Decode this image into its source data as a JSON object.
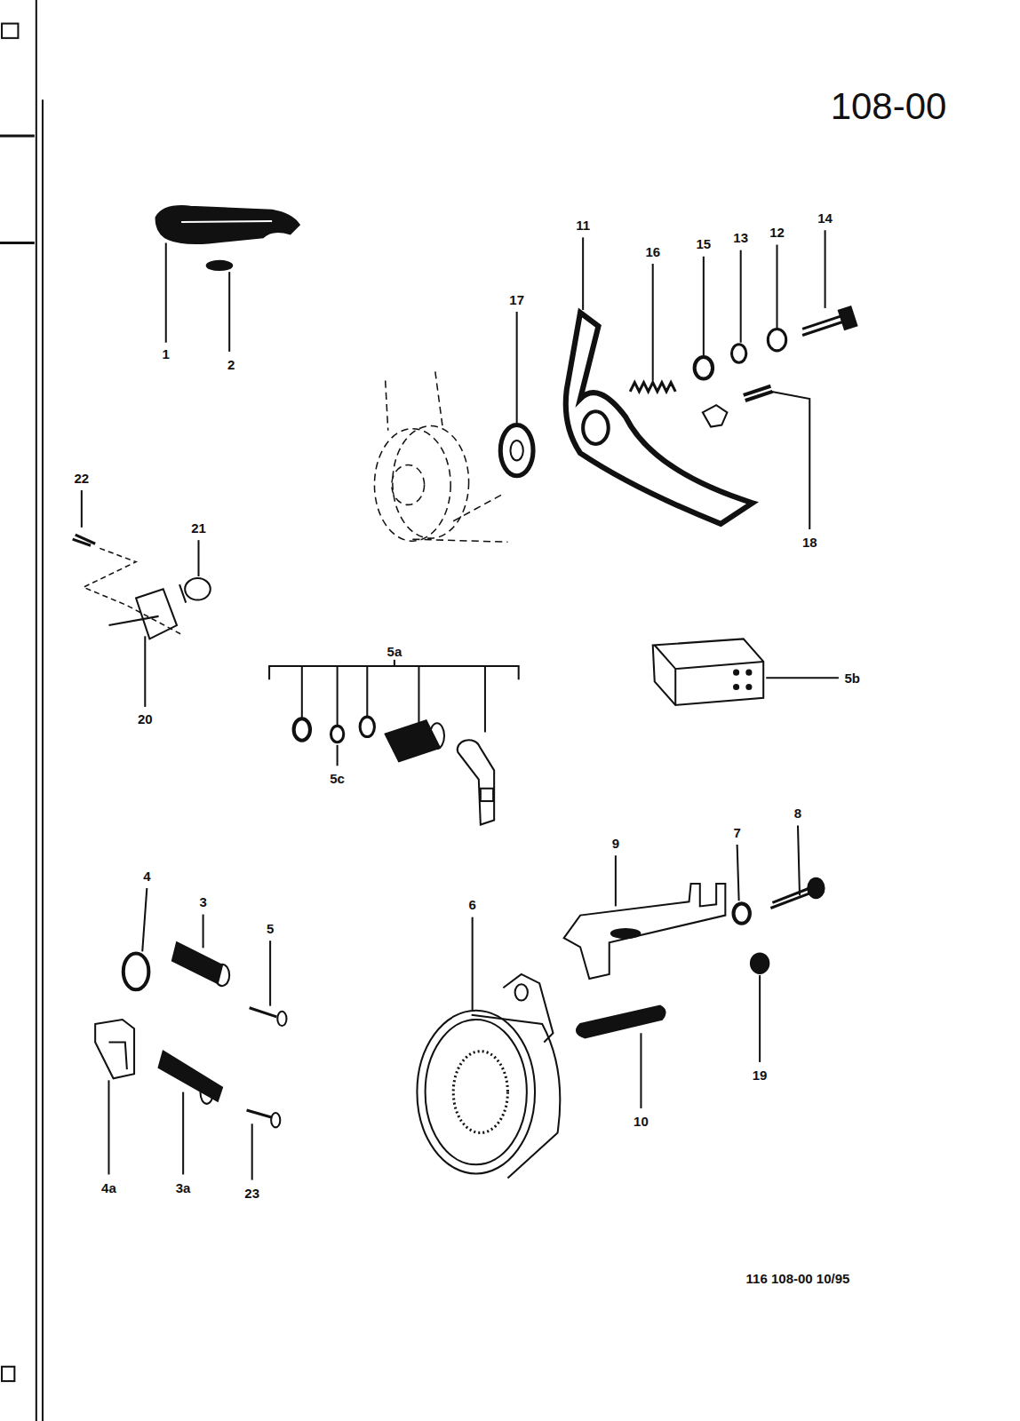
{
  "diagram": {
    "title": "108-00",
    "caption": "116 108-00 10/95",
    "labels": [
      "1",
      "2",
      "17",
      "11",
      "16",
      "15",
      "13",
      "12",
      "14",
      "18",
      "22",
      "21",
      "20",
      "5a",
      "5c",
      "5b",
      "4",
      "3",
      "5",
      "6",
      "9",
      "7",
      "8",
      "19",
      "10",
      "4a",
      "3a",
      "23"
    ]
  }
}
